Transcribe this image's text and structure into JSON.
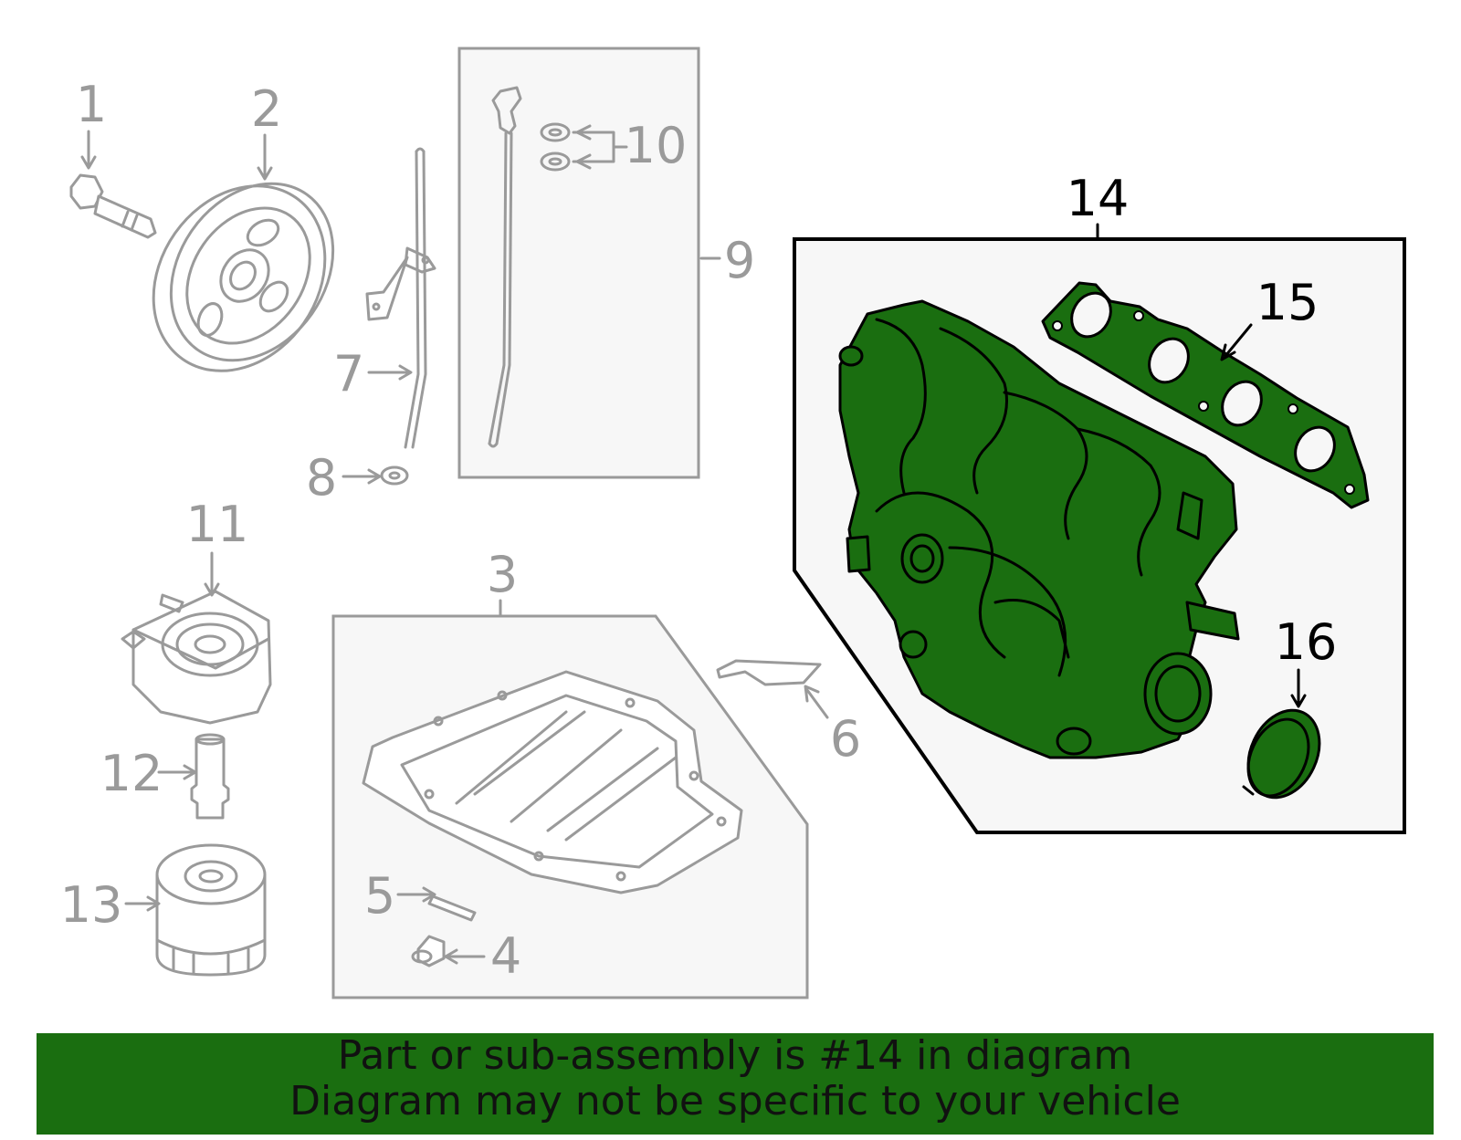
{
  "colors": {
    "highlight": "#1a6e10",
    "callout_gray": "#9a9a9a",
    "box_fill": "#f7f7f7",
    "banner_bg": "#1a6e10"
  },
  "callouts": [
    "1",
    "2",
    "3",
    "4",
    "5",
    "6",
    "7",
    "8",
    "9",
    "10",
    "11",
    "12",
    "13",
    "14",
    "15",
    "16"
  ],
  "banner": {
    "line1": "Part or sub-assembly is #14 in diagram",
    "line2": "Diagram may not be specific to your vehicle"
  }
}
